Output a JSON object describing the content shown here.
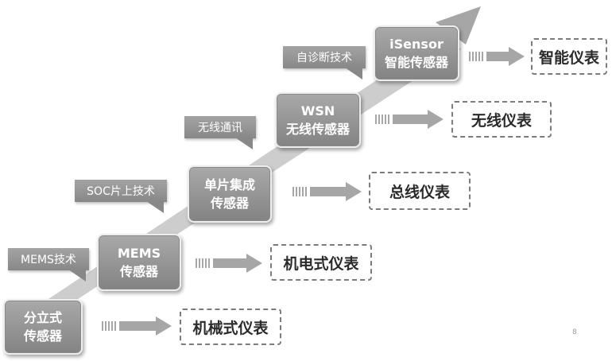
{
  "stages": [
    {
      "sensor": [
        "分立式",
        "传感器"
      ],
      "instrument": "机械式仪表",
      "tech": ""
    },
    {
      "sensor": [
        "MEMS",
        "传感器"
      ],
      "instrument": "机电式仪表",
      "tech": "MEMS技术"
    },
    {
      "sensor": [
        "单片集成",
        "传感器"
      ],
      "instrument": "总线仪表",
      "tech": "SOC片上技术"
    },
    {
      "sensor": [
        "WSN",
        "无线传感器"
      ],
      "instrument": "无线仪表",
      "tech": "无线通讯"
    },
    {
      "sensor": [
        "iSensor",
        "智能传感器"
      ],
      "instrument": "智能仪表",
      "tech": "自诊断技术"
    }
  ],
  "page_number": "8",
  "colors": {
    "box_fill": "#999999",
    "band": "#cdcdcd",
    "arrow": "#a6a6a6",
    "dashed_border": "#7b7b7b"
  }
}
